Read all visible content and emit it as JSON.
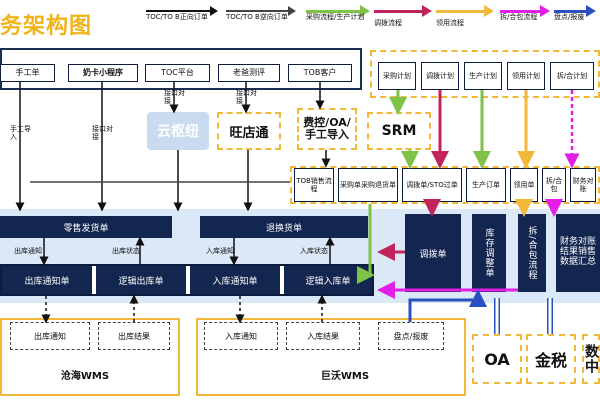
{
  "title": "务架构图",
  "legend": [
    {
      "label": "TOC/TO B正向订单",
      "color": "#111111"
    },
    {
      "label": "TOC/TO B逆向订单",
      "color": "#444444"
    },
    {
      "label": "采购流程/生产计划",
      "color": "#7ec247"
    },
    {
      "label": "调拨流程",
      "color": "#c0245a"
    },
    {
      "label": "领用流程",
      "color": "#f2b83a"
    },
    {
      "label": "拆/合包流程",
      "color": "#e41ee6"
    },
    {
      "label": "盘点/报废",
      "color": "#2a4fbf"
    }
  ],
  "channels": {
    "manual": "手工单",
    "naika": "奶卡小程序",
    "toc": "TOC平台",
    "laoba": "老爸测评",
    "tob": "TOB客户"
  },
  "systems": {
    "yunshu": "云枢纽",
    "wangdian": "旺店通",
    "feikong": "费控/OA/手工导入",
    "srm": "SRM",
    "oa": "OA",
    "jinshui": "金税",
    "shuju": "数中"
  },
  "labels": {
    "manual_import": "手工导入",
    "api1": "接口对接",
    "api2": "接口对接",
    "api3": "接口对接",
    "ship_notice_left": "出库通知",
    "ship_status": "出库状态",
    "in_notice_1": "入库通知",
    "in_status_1": "入库状态",
    "out_notice_bottom": "出库通知",
    "out_result_bottom": "出库结果",
    "in_notice_bottom": "入库通知",
    "in_result_bottom": "入库结果"
  },
  "plans": [
    "采购计划",
    "调拨计划",
    "生产计划",
    "领用计划",
    "拆/合计划"
  ],
  "docs": [
    "TOB销售流程",
    "采购单采购退货单",
    "调拨单/STO过单",
    "生产订单",
    "领用单",
    "拆/合包",
    "财务对账"
  ],
  "orders": {
    "retail": "零售发货单",
    "return": "退换货单"
  },
  "ops": {
    "out_notice": "出库通知单",
    "logic_out": "逻辑出库单",
    "in_notice": "入库通知单",
    "logic_in": "逻辑入库单"
  },
  "right_blocks": {
    "transfer": "调拨单",
    "inventory_adjust": "库存调整单",
    "split_merge": "拆/合包流程",
    "finance": "财务对账结果销售数据汇总"
  },
  "wms": {
    "bottom_left": {
      "out_notice": "出库通知",
      "out_result": "出库结果",
      "name": "沧海WMS"
    },
    "bottom_right": {
      "in_notice": "入库通知",
      "in_result": "入库结果",
      "inventory": "盘点/报废",
      "name": "巨沃WMS"
    }
  }
}
